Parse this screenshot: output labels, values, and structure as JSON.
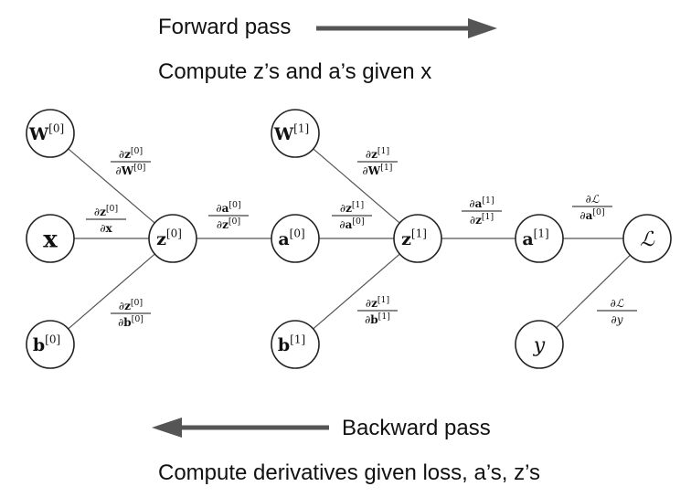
{
  "forward": {
    "title": "Forward pass",
    "subtitle": "Compute z’s and a’s given x"
  },
  "backward": {
    "title": "Backward pass",
    "subtitle": "Compute derivatives given loss, a’s, z’s"
  },
  "nodes": [
    {
      "id": "W0",
      "symbol": "W",
      "style": "bold",
      "sup": "[0]"
    },
    {
      "id": "x",
      "symbol": "x",
      "style": "bold",
      "sup": ""
    },
    {
      "id": "b0",
      "symbol": "b",
      "style": "bold",
      "sup": "[0]"
    },
    {
      "id": "z0",
      "symbol": "z",
      "style": "bold",
      "sup": "[0]"
    },
    {
      "id": "a0",
      "symbol": "a",
      "style": "bold",
      "sup": "[0]"
    },
    {
      "id": "W1",
      "symbol": "W",
      "style": "bold",
      "sup": "[1]"
    },
    {
      "id": "b1",
      "symbol": "b",
      "style": "bold",
      "sup": "[1]"
    },
    {
      "id": "z1",
      "symbol": "z",
      "style": "bold",
      "sup": "[1]"
    },
    {
      "id": "a1",
      "symbol": "a",
      "style": "bold",
      "sup": "[1]"
    },
    {
      "id": "y",
      "symbol": "y",
      "style": "ital",
      "sup": ""
    },
    {
      "id": "L",
      "symbol": "ℒ",
      "style": "ital",
      "sup": ""
    }
  ],
  "edges": [
    {
      "from": "W0",
      "to": "z0",
      "num": "∂z[0]",
      "den": "∂W[0]"
    },
    {
      "from": "x",
      "to": "z0",
      "num": "∂z[0]",
      "den": "∂x"
    },
    {
      "from": "b0",
      "to": "z0",
      "num": "∂z[0]",
      "den": "∂b[0]"
    },
    {
      "from": "z0",
      "to": "a0",
      "num": "∂a[0]",
      "den": "∂z[0]"
    },
    {
      "from": "a0",
      "to": "z1",
      "num": "∂z[1]",
      "den": "∂a[0]"
    },
    {
      "from": "W1",
      "to": "z1",
      "num": "∂z[1]",
      "den": "∂W[1]"
    },
    {
      "from": "b1",
      "to": "z1",
      "num": "∂z[1]",
      "den": "∂b[1]"
    },
    {
      "from": "z1",
      "to": "a1",
      "num": "∂a[1]",
      "den": "∂z[1]"
    },
    {
      "from": "a1",
      "to": "L",
      "num": "∂ℒ",
      "den": "∂a[0]"
    },
    {
      "from": "y",
      "to": "L",
      "num": "∂ℒ",
      "den": "∂y"
    }
  ]
}
